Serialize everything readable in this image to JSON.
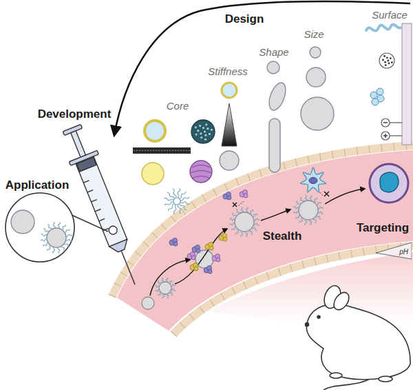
{
  "diagram": {
    "nodes": [
      {
        "text": [
          "pH"
        ]
      }
    ],
    "labels": [
      "Design",
      "Core",
      "Stiffness",
      "Shape",
      "Size",
      "Surface",
      "Development",
      "Application",
      "Stealth",
      "Targeting"
    ]
  }
}
